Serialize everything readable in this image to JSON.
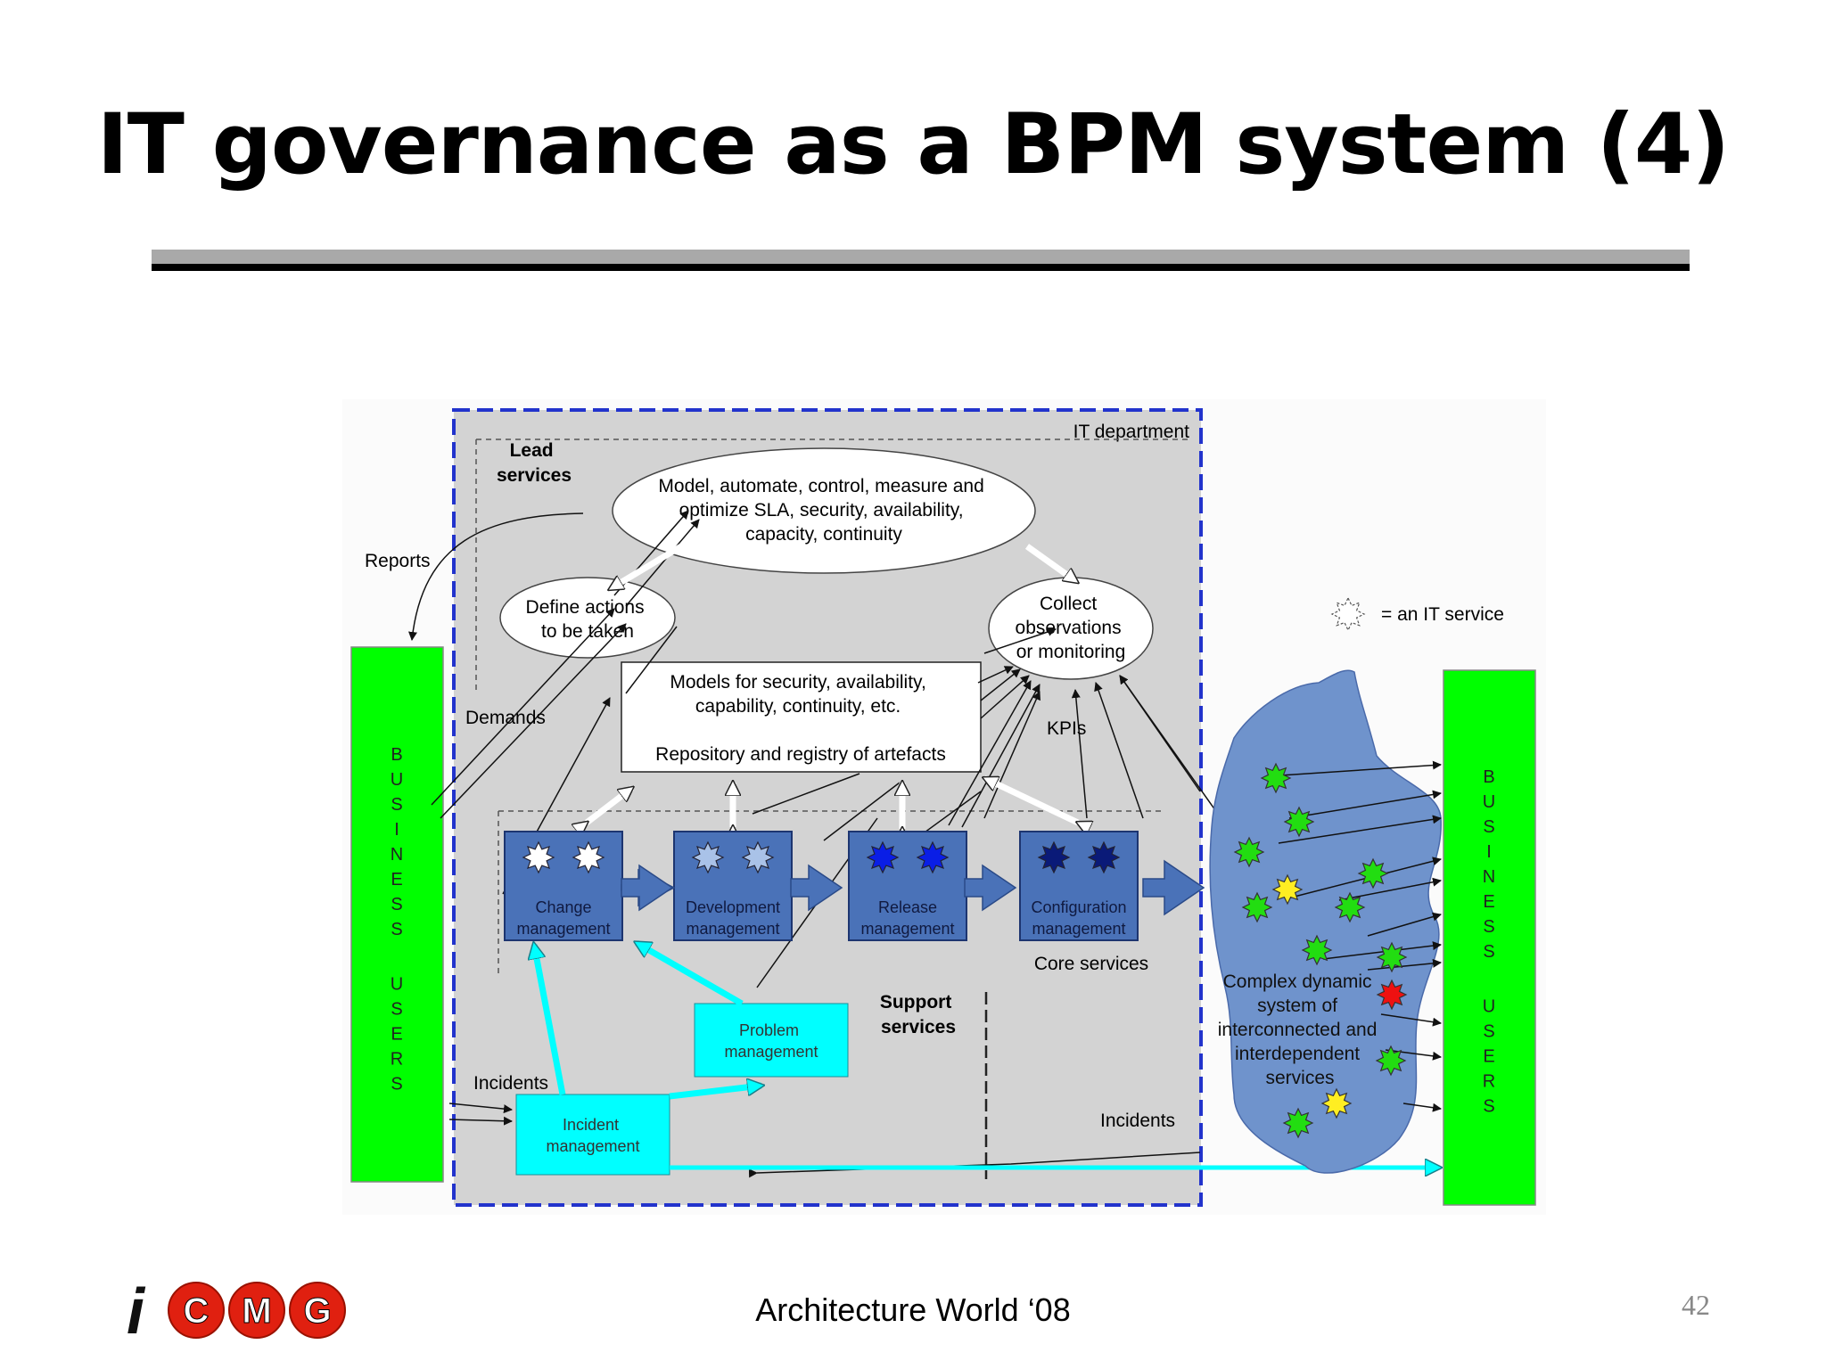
{
  "slide": {
    "title": "IT governance as a BPM system (4)",
    "footer": "Architecture World ‘08",
    "page_number": "42"
  },
  "logo": {
    "letters": [
      "i",
      "C",
      "M",
      "G"
    ]
  },
  "diagram": {
    "it_department_label": "IT department",
    "lead_services_label": [
      "Lead",
      "services"
    ],
    "support_services_label": [
      "Support",
      "services"
    ],
    "core_services_label": "Core services",
    "sla_ellipse": [
      "Model, automate, control, measure and",
      "optimize SLA, security, availability,",
      "capacity, continuity"
    ],
    "define_actions": [
      "Define actions",
      "to be taken"
    ],
    "collect_observations": [
      "Collect",
      "observations",
      "or monitoring"
    ],
    "models_box": [
      "Models for security, availability,",
      "capability, continuity, etc.",
      "Repository and registry of artefacts"
    ],
    "flow_labels": {
      "reports": "Reports",
      "demands": "Demands",
      "kpis": "KPIs",
      "incidents_left": "Incidents",
      "incidents_right": "Incidents"
    },
    "core_processes": [
      {
        "label": [
          "Change",
          "management"
        ],
        "star_color": "#ffffff"
      },
      {
        "label": [
          "Development",
          "management"
        ],
        "star_color": "#a9c2e8"
      },
      {
        "label": [
          "Release",
          "management"
        ],
        "star_color": "#0a1ee6"
      },
      {
        "label": [
          "Configuration",
          "management"
        ],
        "star_color": "#0a1a78"
      }
    ],
    "problem_management": [
      "Problem",
      "management"
    ],
    "incident_management": [
      "Incident",
      "management"
    ],
    "cloud_label": [
      "Complex dynamic",
      "system of",
      "interconnected and",
      "interdependent",
      "services"
    ],
    "legend_text": "= an IT service",
    "left_users_bar": "BUSINESS USERS",
    "right_users_bar": "BUSINESS USERS",
    "colors": {
      "users_bar": "#00ff00",
      "it_dept_fill": "#d3d3d3",
      "dashed_border": "#2233cc",
      "process_box": "#4a72b8",
      "cyan": "#00ffff",
      "cloud": "#6f93cc",
      "service_green": "#22dd11",
      "service_yellow": "#ffee22",
      "service_red": "#ee1111"
    }
  }
}
